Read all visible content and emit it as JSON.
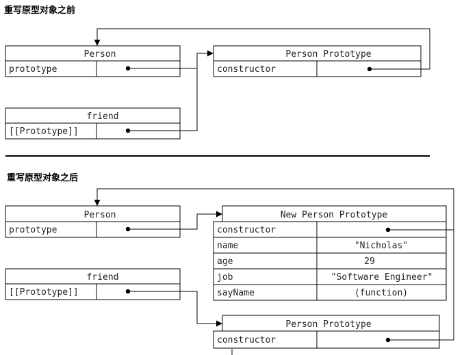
{
  "sections": {
    "before_title": "重写原型对象之前",
    "after_title": "重写原型对象之后"
  },
  "before": {
    "person": {
      "title": "Person",
      "row_label": "prototype"
    },
    "friend": {
      "title": "friend",
      "row_label": "[[Prototype]]"
    },
    "person_prototype": {
      "title": "Person Prototype",
      "row_label": "constructor"
    }
  },
  "after": {
    "person": {
      "title": "Person",
      "row_label": "prototype"
    },
    "friend": {
      "title": "friend",
      "row_label": "[[Prototype]]"
    },
    "new_person_prototype": {
      "title": "New Person Prototype",
      "rows": [
        {
          "label": "constructor",
          "value": ""
        },
        {
          "label": "name",
          "value": "\"Nicholas\""
        },
        {
          "label": "age",
          "value": "29"
        },
        {
          "label": "job",
          "value": "\"Software Engineer\""
        },
        {
          "label": "sayName",
          "value": "(function)"
        }
      ]
    },
    "person_prototype": {
      "title": "Person Prototype",
      "row_label": "constructor"
    }
  }
}
